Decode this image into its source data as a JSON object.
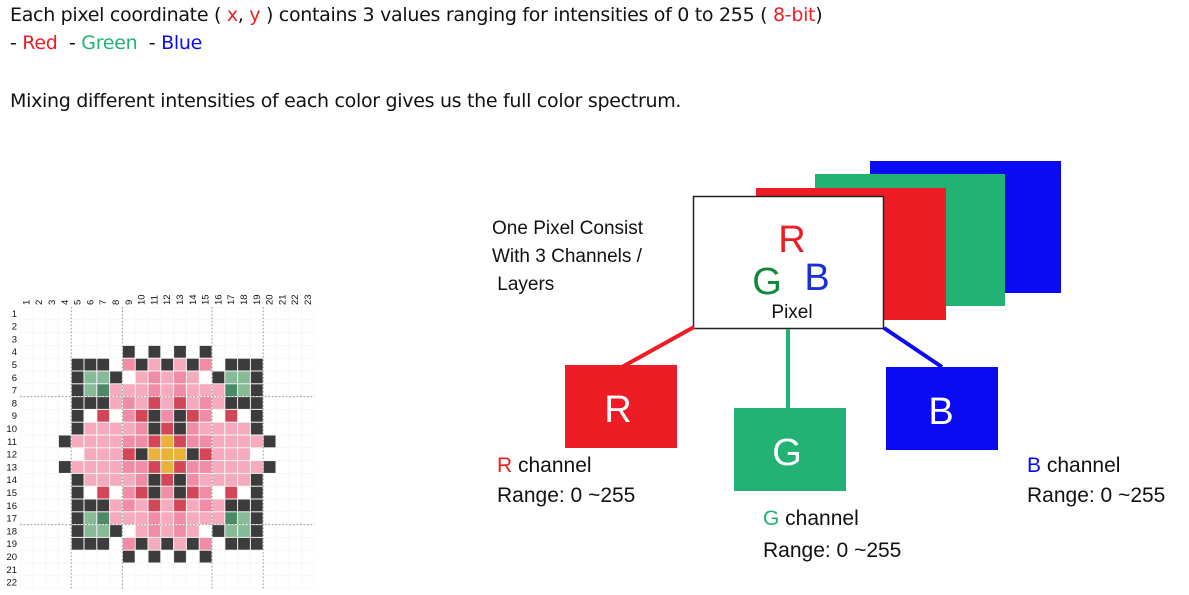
{
  "intro": {
    "line1": {
      "a": "Each pixel coordinate ( ",
      "x": "x",
      "comma": ", ",
      "y": "y",
      "b": " ) contains 3 values ranging for intensities of 0 to 255 ( ",
      "bits": "8-bit",
      "c": ")"
    },
    "line2": {
      "dash1": "- ",
      "red": "Red",
      "dash2": "  - ",
      "green": "Green",
      "dash3": "  - ",
      "blue": "Blue"
    },
    "line3": "Mixing different intensities of each color gives us the full color spectrum."
  },
  "pixel_grid": {
    "columns": [
      "1",
      "2",
      "3",
      "4",
      "5",
      "6",
      "7",
      "8",
      "9",
      "10",
      "11",
      "12",
      "13",
      "14",
      "15",
      "16",
      "17",
      "18",
      "19",
      "20",
      "21",
      "22",
      "23"
    ],
    "rows": [
      "1",
      "2",
      "3",
      "4",
      "5",
      "6",
      "7",
      "8",
      "9",
      "10",
      "11",
      "12",
      "13",
      "14",
      "15",
      "16",
      "17",
      "18",
      "19",
      "20",
      "21",
      "22"
    ],
    "palette": {
      ".": "#ffffff",
      "K": "#3c3c3c",
      "W": "#ffffff",
      "P": "#f08ca5",
      "p": "#f5aabd",
      "M": "#d24658",
      "D": "#4a8a64",
      "d": "#87bb97",
      "Y": "#e9b23a"
    },
    "cells": [
      ".......................",
      ".......................",
      ".......................",
      "........K.K.K.K........",
      "....KKKWPKpKpKPWKKK....",
      "....KddKWpPpPpWKddK....",
      "....KdDpppPpPpppDdK....",
      "....KKKpPpMpMpPpKKK....",
      "....KWMWPMKPKMPWMWK....",
      "...WKppppPKMKPppppKW...",
      "...KppppPPMYMPPppppK...",
      "....WpppMKYYYKMpppW....",
      "...KppppPPMYMPPppppK...",
      "...WKppppPKMKPppppKW...",
      "....KWMWPMKPKMPWMWK....",
      "....KKKpPpMpMpPpKKK....",
      "....KdDpppPpPpppDdK....",
      "....KddKWpPpPpWKddK....",
      "....KKKWPKpKpKPWKKK....",
      "........K.K.K.K........",
      ".......................",
      "......................."
    ]
  },
  "diagram": {
    "caption": [
      "One Pixel Consist",
      "With 3 Channels /",
      " Layers"
    ],
    "pixel_box": {
      "r": "R",
      "g": "G",
      "b": "B",
      "label": "Pixel"
    },
    "channels": {
      "r": {
        "letter": "R",
        "name_letter": "R",
        "name_rest": " channel",
        "range": "Range: 0 ~255"
      },
      "g": {
        "letter": "G",
        "name_letter": "G",
        "name_rest": " channel",
        "range": "Range: 0 ~255"
      },
      "b": {
        "letter": "B",
        "name_letter": "B",
        "name_rest": " channel",
        "range": "Range: 0 ~255"
      }
    },
    "colors": {
      "red": "#ee1c24",
      "green": "#22b374",
      "blue": "#0a0af5",
      "pixel_red_text": "#ee1c24",
      "pixel_green_text": "#0e8a3a",
      "pixel_blue_text": "#1a2fd8"
    }
  }
}
